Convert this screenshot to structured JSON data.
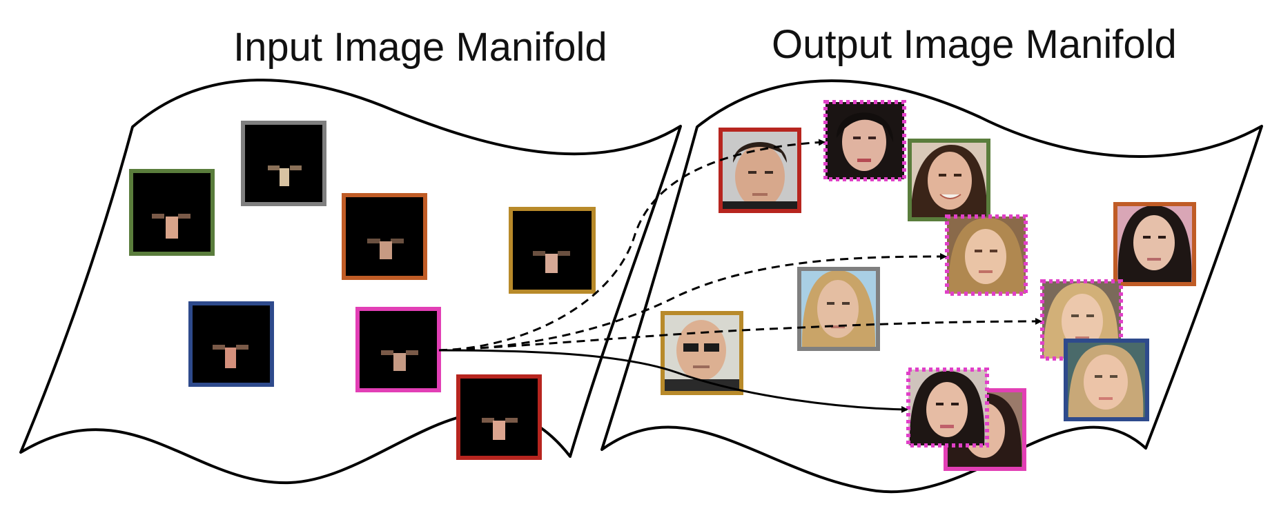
{
  "titles": {
    "input": "Input Image Manifold",
    "output": "Output Image Manifold"
  },
  "colors": {
    "green": "#5a7d3c",
    "gray": "#7f7f7f",
    "orange": "#c05c26",
    "gold": "#b88a2a",
    "blue": "#2e4a8c",
    "pink": "#e23fb5",
    "red": "#b7251f",
    "dotted_pink": "#e040c8"
  },
  "input_patches": [
    {
      "id": "green",
      "color_key": "green"
    },
    {
      "id": "gray",
      "color_key": "gray"
    },
    {
      "id": "orange",
      "color_key": "orange"
    },
    {
      "id": "gold",
      "color_key": "gold"
    },
    {
      "id": "blue",
      "color_key": "blue"
    },
    {
      "id": "pink",
      "color_key": "pink",
      "source": true
    },
    {
      "id": "red",
      "color_key": "red"
    }
  ],
  "output_faces": [
    {
      "id": "red",
      "color_key": "red",
      "style": "solid"
    },
    {
      "id": "green",
      "color_key": "green",
      "style": "solid"
    },
    {
      "id": "orange",
      "color_key": "orange",
      "style": "solid"
    },
    {
      "id": "gray",
      "color_key": "gray",
      "style": "solid"
    },
    {
      "id": "gold",
      "color_key": "gold",
      "style": "solid"
    },
    {
      "id": "blue",
      "color_key": "blue",
      "style": "solid"
    },
    {
      "id": "pink",
      "color_key": "pink",
      "style": "solid"
    },
    {
      "id": "gen1",
      "color_key": "dotted_pink",
      "style": "dotted"
    },
    {
      "id": "gen2",
      "color_key": "dotted_pink",
      "style": "dotted"
    },
    {
      "id": "gen3",
      "color_key": "dotted_pink",
      "style": "dotted"
    },
    {
      "id": "gen4",
      "color_key": "dotted_pink",
      "style": "dotted"
    }
  ]
}
